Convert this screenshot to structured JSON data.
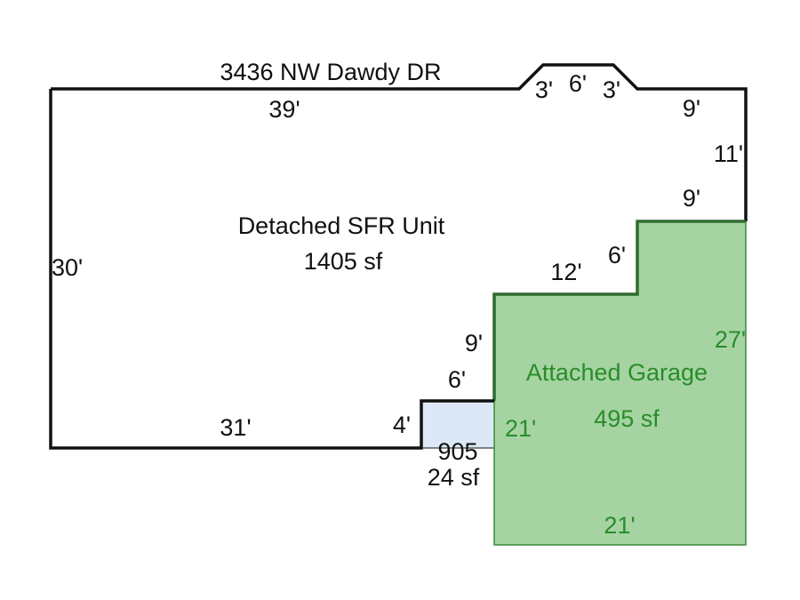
{
  "address": "3436 NW Dawdy DR",
  "colors": {
    "outline": "#111111",
    "garage_fill": "#a5d4a2",
    "garage_stroke": "#3d8a3d",
    "garage_text": "#2a8c2a",
    "small_area_fill": "#dce8f5"
  },
  "house": {
    "name": "Detached SFR Unit",
    "area": "1405 sf",
    "dims": {
      "top": "39'",
      "bay_left": "3'",
      "bay_top": "6'",
      "bay_right": "3'",
      "top_right": "9'",
      "right": "11'",
      "step_top": "9'",
      "step_side": "6'",
      "step_mid": "12'",
      "inner_side": "9'",
      "notch_top": "6'",
      "notch_side": "4'",
      "bottom": "31'",
      "left": "30'"
    }
  },
  "small_area": {
    "code": "905",
    "area": "24 sf"
  },
  "garage": {
    "name": "Attached Garage",
    "area": "495 sf",
    "dims": {
      "right": "27'",
      "left": "21'",
      "bottom": "21'"
    }
  }
}
